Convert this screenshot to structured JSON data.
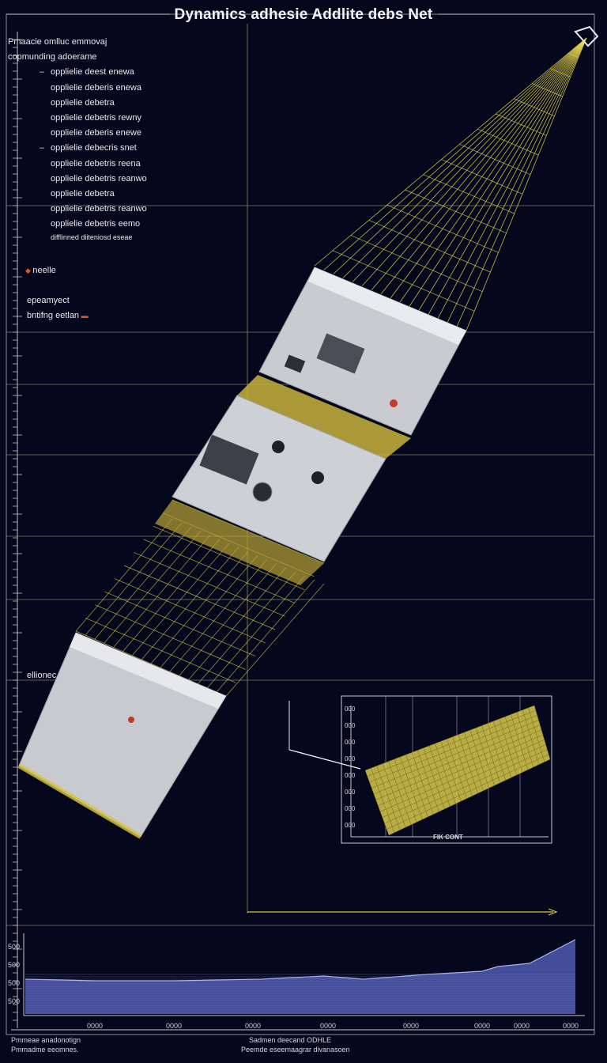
{
  "title": "Dynamics adhesie Addlite debs Net",
  "legend": {
    "header_lines": [
      "Pmaacie omlluc emmovaj",
      "copmunding adoerame"
    ],
    "items": [
      {
        "label": "opplielie deest enewa",
        "dash": true
      },
      {
        "label": "opplielie deberis enewa",
        "dash": false
      },
      {
        "label": "opplielie debetra",
        "dash": false
      },
      {
        "label": "opplielie debetris rewny",
        "dash": false
      },
      {
        "label": "opplielie deberis enewe",
        "dash": false
      },
      {
        "label": "opplielie debecris snet",
        "dash": true
      },
      {
        "label": "opplielie debetris reena",
        "dash": false
      },
      {
        "label": "opplielie debetris reanwo",
        "dash": false
      },
      {
        "label": "opplielie debetra",
        "dash": false
      },
      {
        "label": "opplielie debetris reanwo",
        "dash": false
      },
      {
        "label": "opplielie debetris eemo",
        "dash": false
      }
    ],
    "footnote": "difflinned diiteniosd eseae"
  },
  "side_labels": {
    "needle": "neelle",
    "group_1": "epeamyect",
    "group_2": "bntifng eetlan",
    "region": "ellionec"
  },
  "inset": {
    "y_ticks": [
      "000",
      "000",
      "000",
      "000",
      "000",
      "000",
      "000",
      "000"
    ],
    "x_label": "FIK CONT"
  },
  "bottom_chart": {
    "y_ticks": [
      "500",
      "500",
      "500",
      "500"
    ],
    "x_ticks": [
      "0000",
      "0000",
      "0000",
      "0000",
      "0000",
      "0000",
      "0000",
      "0000"
    ],
    "left_caption": "Pmmeae anadonotign",
    "left_caption_2": "Pmmadme eeomnes.",
    "center_caption": "Sadmen deecand ODHLE",
    "center_caption_2": "Peemde eseemaagrar divanasoen"
  },
  "colors": {
    "background": "#05081c",
    "net": "#e6d84a",
    "grid": "#b8b68a",
    "hull": "#d4d6da",
    "area_fill": "#4b55a8"
  }
}
